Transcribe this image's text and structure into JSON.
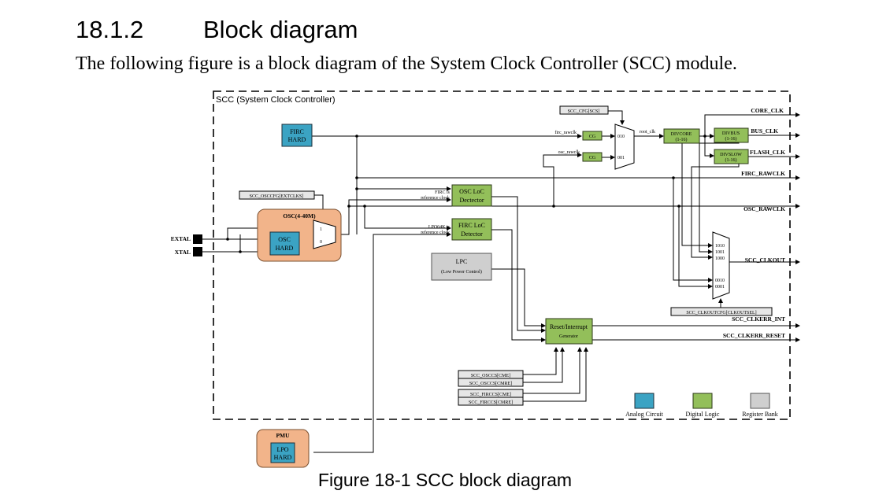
{
  "section": {
    "number": "18.1.2",
    "title": "Block diagram"
  },
  "intro": "The following figure is a block diagram of the System Clock Controller (SCC) module.",
  "caption": "Figure 18-1 SCC block diagram",
  "diagram": {
    "container_label": "SCC (System Clock Controller)",
    "blocks": {
      "firc": [
        "FIRC",
        "HARD"
      ],
      "osc_group": "OSC(4-40M)",
      "osc": [
        "OSC",
        "HARD"
      ],
      "osc_loc": [
        "OSC LoC",
        "Dectector"
      ],
      "firc_loc": [
        "FIRC LoC",
        "Detector"
      ],
      "lpc": [
        "LPC",
        "(Low Power Control)"
      ],
      "cg1": "CG",
      "cg2": "CG",
      "divcore": [
        "DIVCORE",
        "(1-16)"
      ],
      "divbus": [
        "DIVBUS",
        "(1-16)"
      ],
      "divslow": [
        "DIVSLOW",
        "(1-16)"
      ],
      "reset_int": [
        "Reset/Interrupt",
        "Generator"
      ],
      "pmu": "PMU",
      "lpo": [
        "LPO",
        "HARD"
      ]
    },
    "registers": {
      "cfg_scs": "SCC_CFG[SCS]",
      "osccfg_extclks": "SCC_OSCCFG[EXTCLKS]",
      "clkoutcfg": "SCC_CLKOUTCFG[CLKOUTSEL]",
      "osccs_cme": "SCC_OSCCS[CME]",
      "osccs_cmre": "SCC_OSCCS[CMRE]",
      "fírccs_placeholder": "",
      "firccs_cme": "SCC_FIRCCS[CME]",
      "firccs_cmre": "SCC_FIRCCS[CMRE]"
    },
    "signals": {
      "firc_rawclk_in": "firc_rawclk",
      "osc_rawclk_in": "osc_rawclk",
      "root_clk": "root_clk",
      "core_clk": "CORE_CLK",
      "bus_clk": "BUS_CLK",
      "flash_clk": "FLASH_CLK",
      "firc_rawclk": "FIRC_RAWCLK",
      "osc_rawclk": "OSC_RAWCLK",
      "scc_clkout": "SCC_CLKOUT",
      "clkerr_int": "SCC_CLKERR_INT",
      "clkerr_reset": "SCC_CLKERR_RESET",
      "extal": "EXTAL",
      "xtal": "XTAL",
      "firc_ref": [
        "FIRC is",
        "reference clock"
      ],
      "lpo_ref": [
        "LPO64K is",
        "reference clock"
      ]
    },
    "mux_inputs": {
      "root_010": "010",
      "root_001": "001",
      "osc_1": "1",
      "osc_0": "0",
      "out_1010": "1010",
      "out_1001": "1001",
      "out_1000": "1000",
      "out_0010": "0010",
      "out_0001": "0001"
    },
    "legend": {
      "analog": "Analog Circuit",
      "digital": "Digital Logic",
      "register": "Register Bank"
    }
  }
}
